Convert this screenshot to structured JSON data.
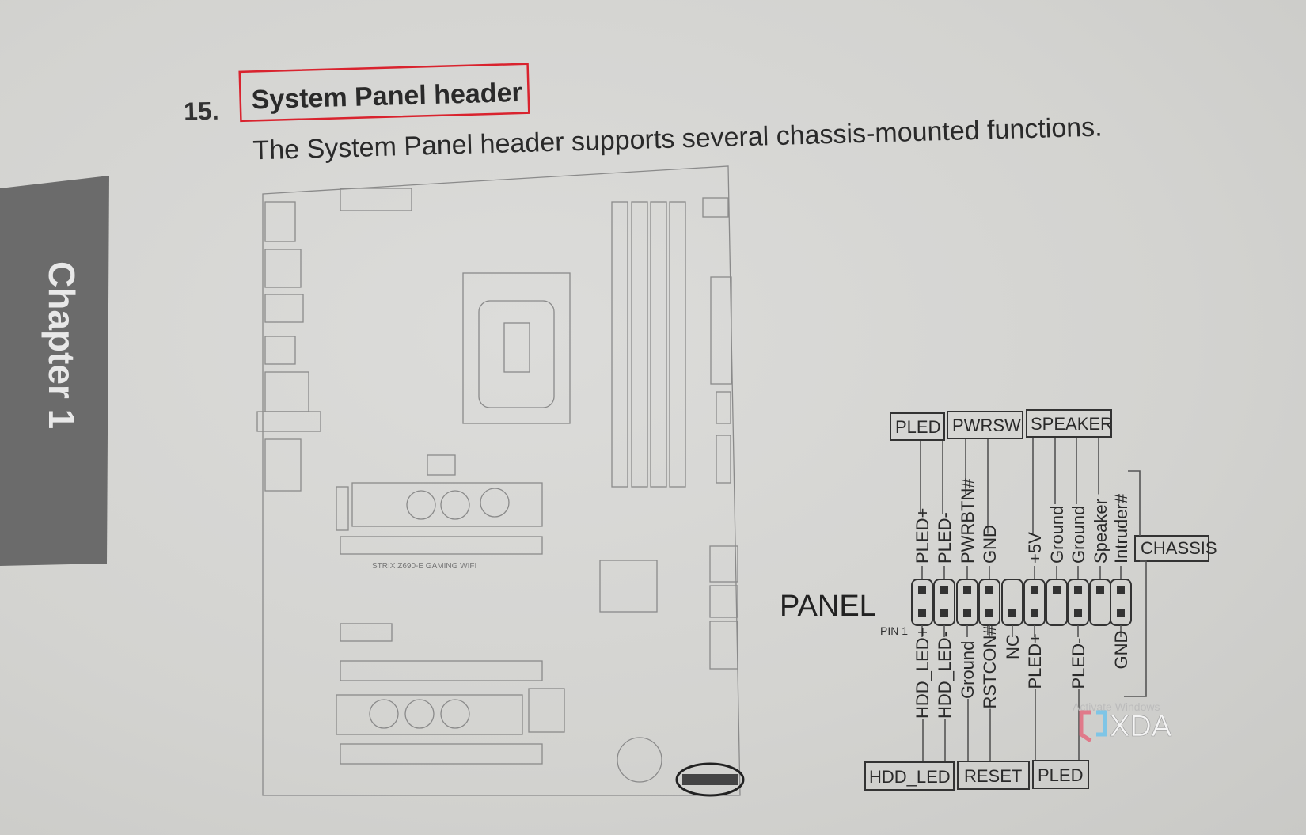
{
  "section": {
    "number": "15.",
    "title": "System Panel header",
    "description": "The System Panel header supports several chassis-mounted functions.",
    "highlight_color": "#d9232e"
  },
  "chapter_tab": {
    "label": "Chapter 1",
    "color": "#6b6b6b"
  },
  "board": {
    "model_label": "STRIX Z690-E GAMING WIFI"
  },
  "panel": {
    "name": "PANEL",
    "pin1_label": "PIN 1",
    "top_groups": [
      "PLED",
      "PWRSW",
      "SPEAKER"
    ],
    "chassis_label": "CHASSIS",
    "bottom_groups": [
      "HDD_LED",
      "RESET",
      "PLED"
    ],
    "top_pins": [
      "PLED+",
      "PLED-",
      "PWRBTN#",
      "GND",
      "",
      "+5V",
      "Ground",
      "Ground",
      "Speaker",
      "Intruder#"
    ],
    "bottom_pins": [
      "HDD_LED+",
      "HDD_LED-",
      "Ground",
      "RSTCON#",
      "NC",
      "PLED+",
      "",
      "PLED-",
      "",
      "GND"
    ]
  },
  "watermark": {
    "text": "Activate Windows",
    "logo": "XDA"
  }
}
